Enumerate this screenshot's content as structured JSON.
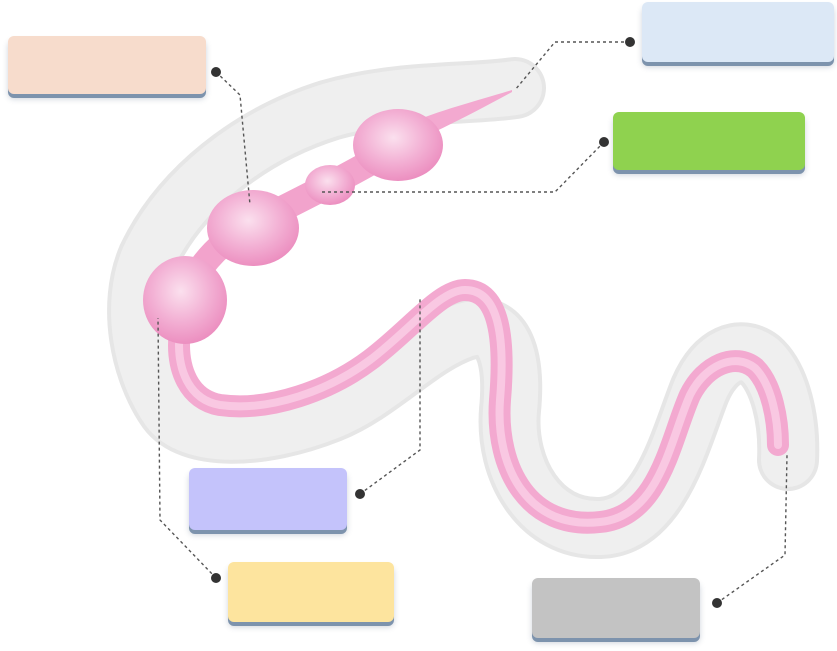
{
  "diagram": {
    "labels": [
      {
        "id": "top-left",
        "text": "",
        "color": "#f7dccc"
      },
      {
        "id": "top-right",
        "text": "",
        "color": "#dce8f6"
      },
      {
        "id": "right",
        "text": "",
        "color": "#8fd24f"
      },
      {
        "id": "mid-left",
        "text": "",
        "color": "#c4c3fb"
      },
      {
        "id": "bottom-left",
        "text": "",
        "color": "#fde49e"
      },
      {
        "id": "bottom-right",
        "text": "",
        "color": "#c3c3c3"
      }
    ],
    "colors": {
      "body_outline": "#e4e4e4",
      "body_fill": "#ededed",
      "gut": "#f3a9d0",
      "gut_highlight": "#f9c8e2",
      "bulb": "#f0a0cc",
      "leader_line": "#555555",
      "leader_dot": "#333333"
    }
  }
}
